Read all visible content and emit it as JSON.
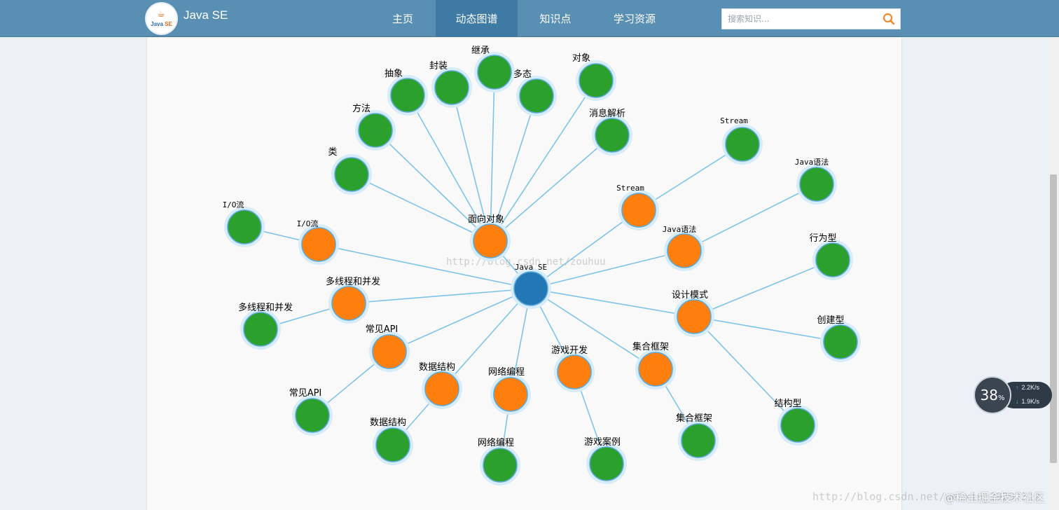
{
  "header": {
    "brand": "Java SE",
    "logo_text_1": "Java",
    "logo_text_2": "SE",
    "nav": [
      {
        "label": "主页",
        "active": false
      },
      {
        "label": "动态图谱",
        "active": true
      },
      {
        "label": "知识点",
        "active": false
      },
      {
        "label": "学习资源",
        "active": false
      }
    ],
    "search": {
      "placeholder": "搜索知识...",
      "value": "",
      "icon": "search-icon"
    }
  },
  "colors": {
    "header_bg": "#5a8fb4",
    "nav_active_bg": "#3e7aa3",
    "root_node": "#2277b4",
    "category_node": "#ff7f0e",
    "leaf_node": "#2ca02c",
    "edge": "#7fc3e8",
    "halo": "#d6ecf8",
    "search_icon": "#f08a2c"
  },
  "graph": {
    "root": {
      "id": "root",
      "label": "Java SE"
    },
    "categories": [
      {
        "id": "oop",
        "label": "面向对象"
      },
      {
        "id": "stream",
        "label": "Stream"
      },
      {
        "id": "syntax",
        "label": "Java语法"
      },
      {
        "id": "io",
        "label": "I/O流"
      },
      {
        "id": "thread",
        "label": "多线程和并发"
      },
      {
        "id": "api",
        "label": "常见API"
      },
      {
        "id": "ds",
        "label": "数据结构"
      },
      {
        "id": "net",
        "label": "网络编程"
      },
      {
        "id": "game",
        "label": "游戏开发"
      },
      {
        "id": "coll",
        "label": "集合框架"
      },
      {
        "id": "pattern",
        "label": "设计模式"
      }
    ],
    "leaves": [
      {
        "id": "l-lei",
        "label": "类",
        "parent": "oop"
      },
      {
        "id": "l-fangfa",
        "label": "方法",
        "parent": "oop"
      },
      {
        "id": "l-chouxiang",
        "label": "抽象",
        "parent": "oop"
      },
      {
        "id": "l-fengzhuang",
        "label": "封装",
        "parent": "oop"
      },
      {
        "id": "l-jicheng",
        "label": "继承",
        "parent": "oop"
      },
      {
        "id": "l-duotai",
        "label": "多态",
        "parent": "oop"
      },
      {
        "id": "l-duixiang",
        "label": "对象",
        "parent": "oop"
      },
      {
        "id": "l-xiaoxi",
        "label": "消息解析",
        "parent": "oop"
      },
      {
        "id": "l-stream",
        "label": "Stream",
        "parent": "stream"
      },
      {
        "id": "l-syntax",
        "label": "Java语法",
        "parent": "syntax"
      },
      {
        "id": "l-io",
        "label": "I/O流",
        "parent": "io"
      },
      {
        "id": "l-thread",
        "label": "多线程和并发",
        "parent": "thread"
      },
      {
        "id": "l-api",
        "label": "常见API",
        "parent": "api"
      },
      {
        "id": "l-ds",
        "label": "数据结构",
        "parent": "ds"
      },
      {
        "id": "l-net",
        "label": "网络编程",
        "parent": "net"
      },
      {
        "id": "l-game",
        "label": "游戏案例",
        "parent": "game"
      },
      {
        "id": "l-coll",
        "label": "集合框架",
        "parent": "coll"
      },
      {
        "id": "l-behavior",
        "label": "行为型",
        "parent": "pattern"
      },
      {
        "id": "l-create",
        "label": "创建型",
        "parent": "pattern"
      },
      {
        "id": "l-struct",
        "label": "结构型",
        "parent": "pattern"
      }
    ]
  },
  "netmonitor": {
    "percent": "38",
    "percent_unit": "%",
    "upload": "2.2",
    "upload_unit": "K/s",
    "download": "1.9",
    "download_unit": "K/s"
  },
  "watermarks": {
    "center_url": "http://blog.csdn.net/zouhuu",
    "bottom_url": "http://blog.csdn.net/weixin_39297312",
    "site": "@稀土掘金技术社区"
  }
}
